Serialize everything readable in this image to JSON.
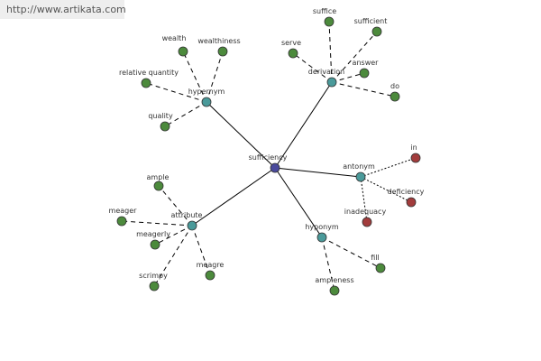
{
  "header": {
    "source_url": "http://www.artikata.com"
  },
  "colors": {
    "center": "#4a4a9c",
    "relation": "#4a9a9a",
    "leaf": "#4c8a3c",
    "antonym_leaf": "#a23c3c",
    "edge": "#000000"
  },
  "graph": {
    "nodes": [
      {
        "id": "sufficiency",
        "label": "sufficiency",
        "kind": "center"
      },
      {
        "id": "hypernym",
        "label": "hypernym",
        "kind": "relation"
      },
      {
        "id": "derivation",
        "label": "derivation",
        "kind": "relation"
      },
      {
        "id": "antonym",
        "label": "antonym",
        "kind": "relation"
      },
      {
        "id": "hyponym",
        "label": "hyponym",
        "kind": "relation"
      },
      {
        "id": "attribute",
        "label": "attribute",
        "kind": "relation"
      },
      {
        "id": "wealth",
        "label": "wealth",
        "kind": "leaf"
      },
      {
        "id": "wealthiness",
        "label": "wealthiness",
        "kind": "leaf"
      },
      {
        "id": "relative-quantity",
        "label": "relative quantity",
        "kind": "leaf"
      },
      {
        "id": "quality",
        "label": "quality",
        "kind": "leaf"
      },
      {
        "id": "suffice",
        "label": "suffice",
        "kind": "leaf"
      },
      {
        "id": "sufficient",
        "label": "sufficient",
        "kind": "leaf"
      },
      {
        "id": "serve",
        "label": "serve",
        "kind": "leaf"
      },
      {
        "id": "answer",
        "label": "answer",
        "kind": "leaf"
      },
      {
        "id": "do",
        "label": "do",
        "kind": "leaf"
      },
      {
        "id": "in",
        "label": "in",
        "kind": "antonym_leaf"
      },
      {
        "id": "deficiency",
        "label": "deficiency",
        "kind": "antonym_leaf"
      },
      {
        "id": "inadequacy",
        "label": "inadequacy",
        "kind": "antonym_leaf"
      },
      {
        "id": "fill",
        "label": "fill",
        "kind": "leaf"
      },
      {
        "id": "ampleness",
        "label": "ampleness",
        "kind": "leaf"
      },
      {
        "id": "ample",
        "label": "ample",
        "kind": "leaf"
      },
      {
        "id": "meager",
        "label": "meager",
        "kind": "leaf"
      },
      {
        "id": "meagerly",
        "label": "meagerly",
        "kind": "leaf"
      },
      {
        "id": "scrimpy",
        "label": "scrimpy",
        "kind": "leaf"
      },
      {
        "id": "meagre",
        "label": "meagre",
        "kind": "leaf"
      }
    ],
    "edges": [
      {
        "from": "sufficiency",
        "to": "hypernym",
        "style": "solid"
      },
      {
        "from": "sufficiency",
        "to": "derivation",
        "style": "solid"
      },
      {
        "from": "sufficiency",
        "to": "antonym",
        "style": "solid"
      },
      {
        "from": "sufficiency",
        "to": "hyponym",
        "style": "solid"
      },
      {
        "from": "sufficiency",
        "to": "attribute",
        "style": "solid"
      },
      {
        "from": "hypernym",
        "to": "wealth",
        "style": "dashed"
      },
      {
        "from": "hypernym",
        "to": "wealthiness",
        "style": "dashed"
      },
      {
        "from": "hypernym",
        "to": "relative-quantity",
        "style": "dashed"
      },
      {
        "from": "hypernym",
        "to": "quality",
        "style": "dashed"
      },
      {
        "from": "derivation",
        "to": "suffice",
        "style": "dashed"
      },
      {
        "from": "derivation",
        "to": "sufficient",
        "style": "dashed"
      },
      {
        "from": "derivation",
        "to": "serve",
        "style": "dashed"
      },
      {
        "from": "derivation",
        "to": "answer",
        "style": "dashed"
      },
      {
        "from": "derivation",
        "to": "do",
        "style": "dashed"
      },
      {
        "from": "antonym",
        "to": "in",
        "style": "dotted"
      },
      {
        "from": "antonym",
        "to": "deficiency",
        "style": "dotted"
      },
      {
        "from": "antonym",
        "to": "inadequacy",
        "style": "dotted"
      },
      {
        "from": "hyponym",
        "to": "fill",
        "style": "dashed"
      },
      {
        "from": "hyponym",
        "to": "ampleness",
        "style": "dashed"
      },
      {
        "from": "attribute",
        "to": "ample",
        "style": "dashed"
      },
      {
        "from": "attribute",
        "to": "meager",
        "style": "dashed"
      },
      {
        "from": "attribute",
        "to": "meagerly",
        "style": "dashed"
      },
      {
        "from": "attribute",
        "to": "scrimpy",
        "style": "dashed"
      },
      {
        "from": "attribute",
        "to": "meagre",
        "style": "dashed"
      }
    ]
  }
}
